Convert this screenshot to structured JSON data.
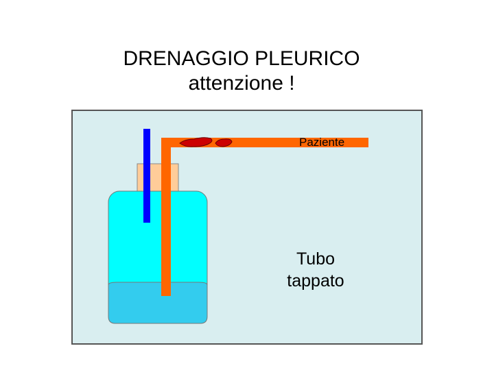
{
  "title": {
    "line1": "DRENAGGIO PLEURICO",
    "line2": "attenzione !"
  },
  "labels": {
    "patient": "Paziente",
    "tube_line1": "Tubo",
    "tube_line2": "tappato"
  },
  "colors": {
    "panel_background": "#d9eef0",
    "panel_border": "#555555",
    "bottle_body": "#00ffff",
    "bottle_liquid": "#33ccee",
    "bottle_cap": "#ffcc99",
    "vent_tube": "#0000ff",
    "drain_tube": "#ff6600",
    "clot": "#cc0000"
  }
}
